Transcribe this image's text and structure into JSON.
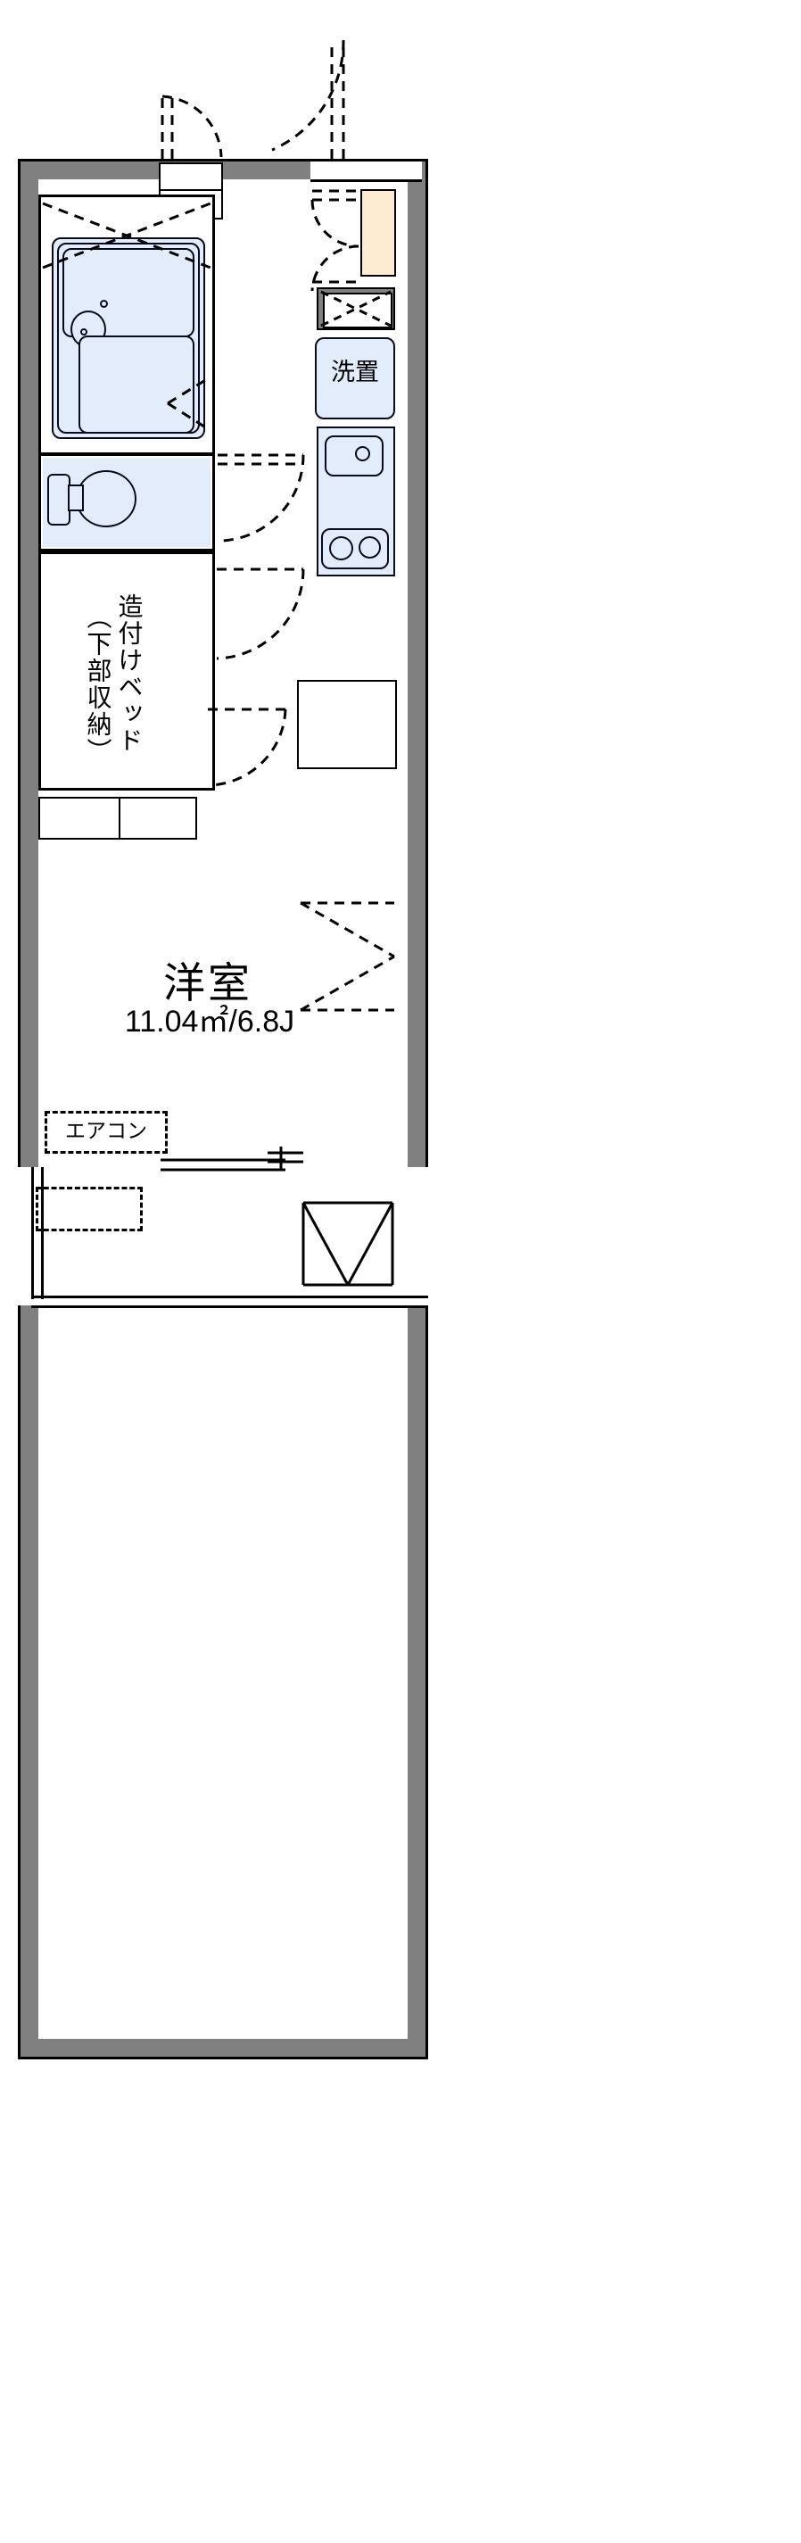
{
  "plan": {
    "title": "1R apartment floor plan",
    "units": "metric",
    "colors": {
      "wall_fill": "#808080",
      "wall_stroke": "#000000",
      "fixture_fill": "#e2ecfb",
      "fixture_stroke": "#0a0a1e",
      "entrance_fill": "#fdecd2",
      "background": "#ffffff"
    }
  },
  "rooms": {
    "main": {
      "name": "洋室",
      "area_text": "11.04㎡/6.8J",
      "area_sqm": 11.04,
      "area_jo": 6.8
    },
    "laundry": {
      "label": "洗置"
    },
    "builtin_bed": {
      "label_right": "造付けベッド",
      "label_left": "（下部収納）"
    },
    "aircon": {
      "label": "エアコン"
    }
  },
  "fixtures": [
    {
      "name": "unit-bath-tub",
      "label": ""
    },
    {
      "name": "wash-basin",
      "label": ""
    },
    {
      "name": "toilet",
      "label": ""
    },
    {
      "name": "kitchen-sink",
      "label": ""
    },
    {
      "name": "gas-stove-two-burner",
      "label": ""
    },
    {
      "name": "washing-machine-space",
      "label": "洗置"
    },
    {
      "name": "shoe-box",
      "label": ""
    },
    {
      "name": "overhead-closet",
      "label": ""
    },
    {
      "name": "entrance-tile",
      "label": ""
    },
    {
      "name": "balcony",
      "label": ""
    },
    {
      "name": "balcony-drain",
      "label": ""
    }
  ],
  "doors": [
    {
      "name": "entrance-door",
      "type": "swing"
    },
    {
      "name": "bathroom-door",
      "type": "swing"
    },
    {
      "name": "toilet-door",
      "type": "swing"
    },
    {
      "name": "room-door",
      "type": "swing"
    },
    {
      "name": "closet-folding-door",
      "type": "folding"
    },
    {
      "name": "balcony-window",
      "type": "sliding"
    }
  ]
}
